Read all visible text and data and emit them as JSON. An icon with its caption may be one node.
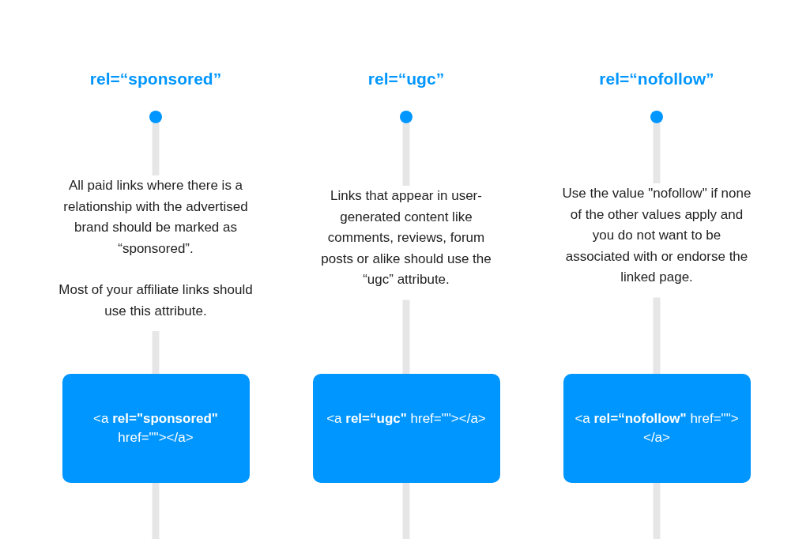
{
  "diagram": {
    "nodes": [
      {
        "text": [
          "rel=“sponsored”"
        ]
      },
      {
        "text": [
          "All paid links where there is a relationship with the advertised brand should be marked as “sponsored”.",
          "Most of your affiliate links should use this attribute."
        ]
      },
      {
        "text": [
          "<a **rel=\"sponsored\"** href=\"\"></a>"
        ]
      },
      {
        "text": [
          "rel=“ugc”"
        ]
      },
      {
        "text": [
          "Links that appear in user-generated content like comments, reviews, forum posts or alike should use the “ugc” attribute."
        ]
      },
      {
        "text": [
          "<a **rel=“ugc\"** href=\"\"></a>"
        ]
      },
      {
        "text": [
          "rel=“nofollow”"
        ]
      },
      {
        "text": [
          "Use the value \"nofollow\" if none of the other values apply and you do not want to be associated with or endorse the linked page."
        ]
      },
      {
        "text": [
          "<a **rel=“nofollow\"** href=\"\"></a>"
        ]
      }
    ],
    "edges": [
      {
        "from": 0,
        "to": 1,
        "arrow": "none"
      },
      {
        "from": 1,
        "to": 2,
        "arrow": "none"
      },
      {
        "from": 2,
        "to": null,
        "arrow": "none"
      },
      {
        "from": 3,
        "to": 4,
        "arrow": "none"
      },
      {
        "from": 4,
        "to": 5,
        "arrow": "none"
      },
      {
        "from": 5,
        "to": null,
        "arrow": "none"
      },
      {
        "from": 6,
        "to": 7,
        "arrow": "none"
      },
      {
        "from": 7,
        "to": 8,
        "arrow": "none"
      },
      {
        "from": 8,
        "to": null,
        "arrow": "none"
      }
    ]
  }
}
